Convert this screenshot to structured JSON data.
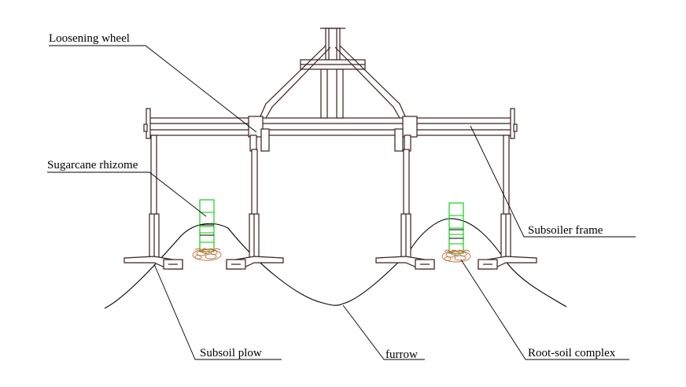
{
  "labels": {
    "loosening_wheel": "Loosening wheel",
    "sugarcane_rhizome": "Sugarcane rhizome",
    "subsoiler_frame": "Subsoiler frame",
    "subsoil_plow": "Subsoil plow",
    "furrow": "furrow",
    "root_soil_complex": "Root-soil complex"
  },
  "colors": {
    "frame": "#3a2020",
    "leader": "#000000",
    "ground": "#000000",
    "rhizome": "#00cc00",
    "root_soil": "#c8693a"
  }
}
